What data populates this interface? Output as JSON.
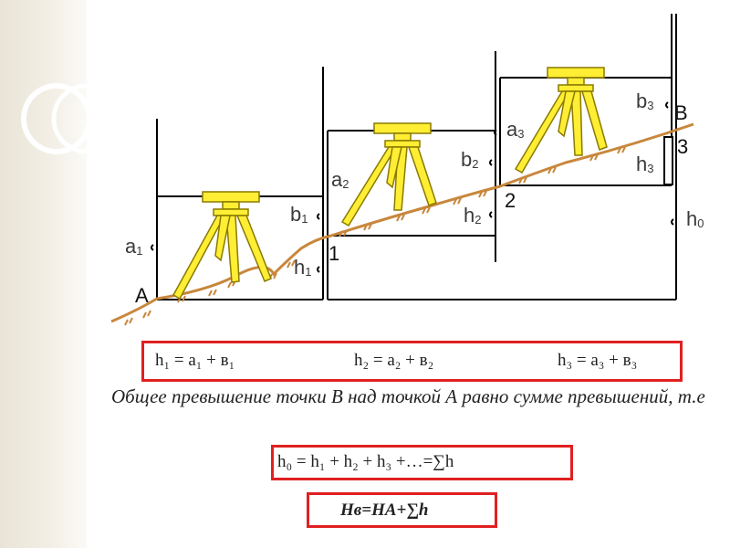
{
  "labels": {
    "a1": "a",
    "a1_sub": "1",
    "b1": "b",
    "b1_sub": "1",
    "h1": "h",
    "h1_sub": "1",
    "a2": "a",
    "a2_sub": "2",
    "b2": "b",
    "b2_sub": "2",
    "h2": "h",
    "h2_sub": "2",
    "a3": "a",
    "a3_sub": "3",
    "b3": "b",
    "b3_sub": "3",
    "h3": "h",
    "h3_sub": "3",
    "h0": "h",
    "h0_sub": "0"
  },
  "points": {
    "A": "A",
    "B": "B",
    "p1": "1",
    "p2": "2",
    "p3": "3"
  },
  "formulas": {
    "h1": "h₁ = a₁ + в₁",
    "h2": "h₂ = a₂ + в₂",
    "h3": "h₃ = a₃ + в₃",
    "sum": "h₀ = h₁ + h₂ + h₃ +…=∑h",
    "hb": "Hв=HА+∑h"
  },
  "explanation": "Общее превышение точки В над точкой А равно сумме превышений, т.е",
  "colors": {
    "terrain": "#c8873c",
    "instrument": "#ffee33",
    "instrument_outline": "#8a7a00",
    "frame": "#000000",
    "box_border": "#e02020"
  }
}
